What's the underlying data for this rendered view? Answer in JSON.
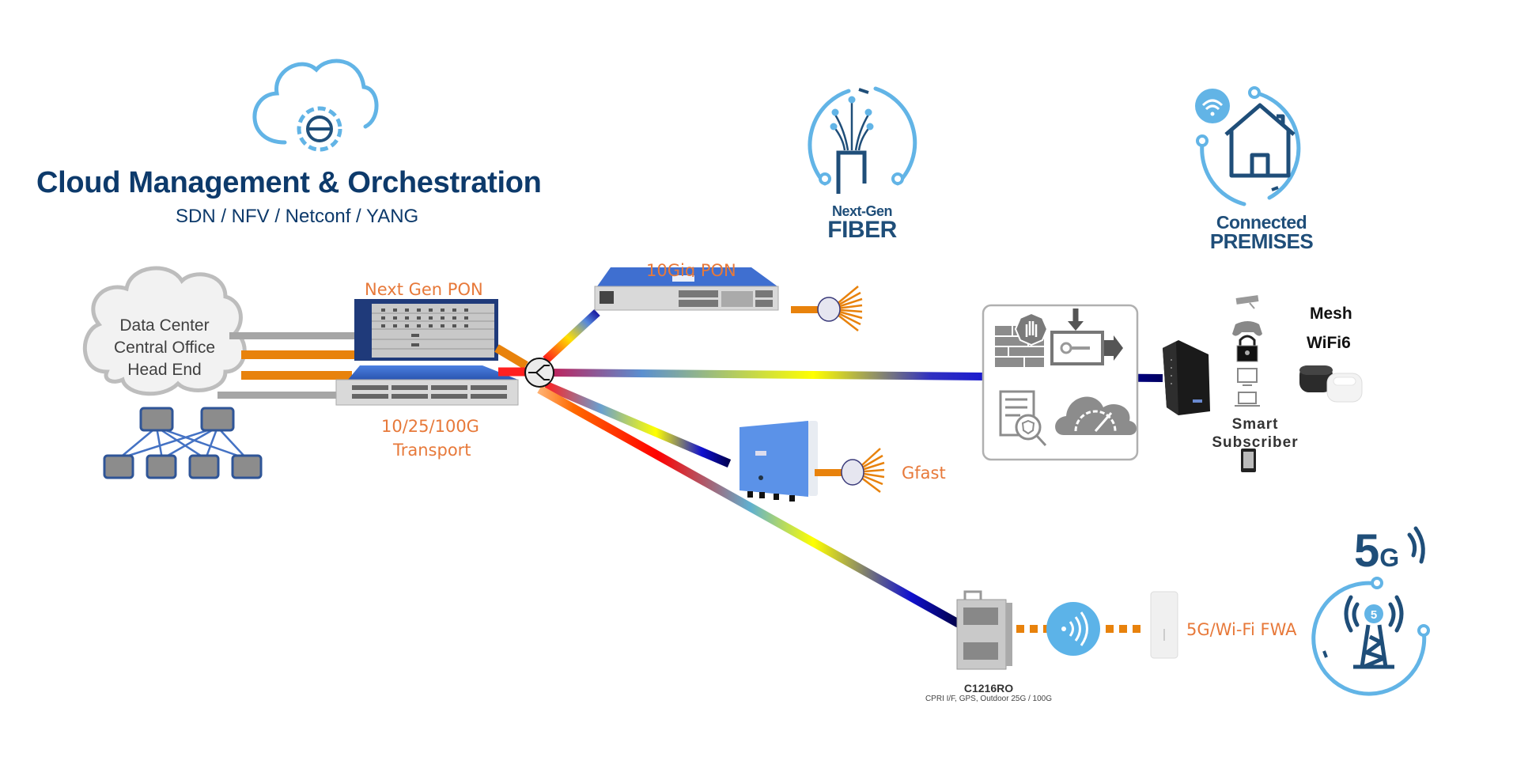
{
  "header": {
    "title": "Cloud Management & Orchestration",
    "subtitle": "SDN / NFV / Netconf / YANG"
  },
  "icons": {
    "cloud_gear": "cloud-gear-icon",
    "fiber": {
      "line1": "Next-Gen",
      "line2": "FIBER"
    },
    "premises": {
      "line1": "Connected",
      "line2": "PREMISES"
    },
    "fiveg": {
      "label_big": "5",
      "label_small": "G",
      "tower_badge": "5"
    }
  },
  "datacenter": {
    "lines": [
      "Data Center",
      "Central Office",
      "Head End"
    ]
  },
  "olt": {
    "next_gen_pon_label": "Next Gen PON",
    "transport_label_1": "10/25/100G",
    "transport_label_2": "Transport"
  },
  "branches": {
    "tengig_pon_label": "10Gig PON",
    "gfast_label": "Gfast",
    "fwa_label": "5G/Wi-Fi FWA",
    "remote_olt": {
      "model": "C1216RO",
      "spec": "CPRI I/F, GPS, Outdoor 25G / 100G"
    }
  },
  "subscriber": {
    "smart_line1": "Smart",
    "smart_line2": "Subscriber",
    "mesh_line1": "Mesh",
    "mesh_line2": "WiFi6",
    "devices": [
      "camera-icon",
      "gamepad-icon",
      "padlock-icon",
      "monitor-icon",
      "laptop-icon",
      "tablet-icon"
    ]
  },
  "security_box": {
    "items": [
      "firewall-icon",
      "key-exchange-icon",
      "security-audit-icon",
      "cloud-speed-icon"
    ]
  },
  "colors": {
    "title": "#0d3a6b",
    "orange": "#e7793a",
    "link_orange": "#e8820c",
    "link_gray": "#a6a6a6",
    "icon_light_blue": "#62b4e6",
    "icon_dark_blue": "#1f4e79",
    "device_blue": "#3f6fd0"
  }
}
